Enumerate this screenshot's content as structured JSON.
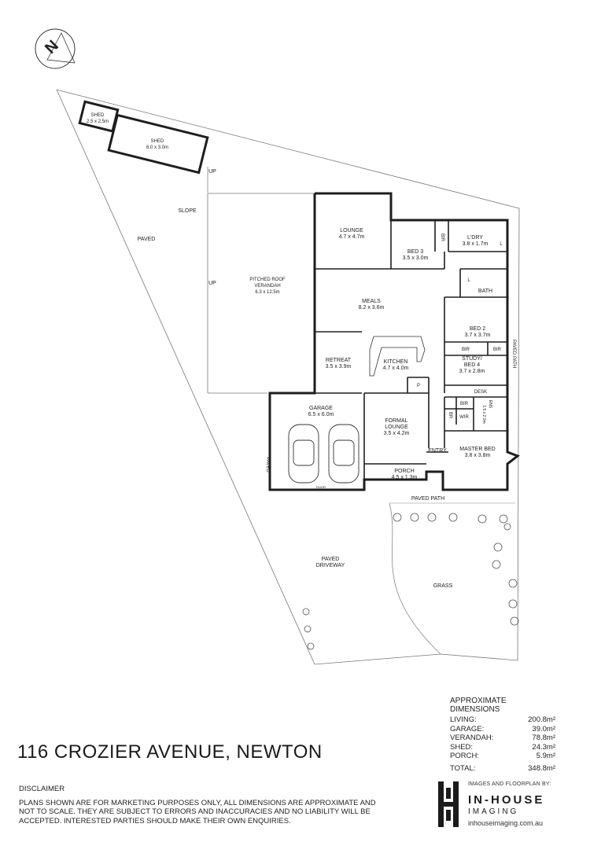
{
  "compass": {
    "letter": "N"
  },
  "plan": {
    "shed_small": {
      "name": "SHED",
      "dim": "2.5 x 2.5m"
    },
    "shed_large": {
      "name": "SHED",
      "dim": "6.0 x 3.0m"
    },
    "up_top": "UP",
    "up_mid": "UP",
    "slope": "SLOPE",
    "paved_left": "PAVED",
    "verandah": {
      "name1": "PITCHED ROOF",
      "name2": "VERANDAH",
      "dim": "6.3 x 12.5m"
    },
    "lounge": {
      "name": "LOUNGE",
      "dim": "4.7 x 4.7m"
    },
    "bed3": {
      "name": "BED 3",
      "dim": "3.5 x 3.0m"
    },
    "bir_bed3": "BIR",
    "ldry": {
      "name": "L'DRY",
      "dim": "3.8 x 1.7m"
    },
    "l_ldry": "L",
    "l_bath": "L",
    "bath": "BATH",
    "meals": {
      "name": "MEALS",
      "dim": "8.2 x 3.6m"
    },
    "bed2": {
      "name": "BED 2",
      "dim": "3.7 x 3.7m"
    },
    "bir_bed2_a": "BIR",
    "bir_bed2_b": "BIR",
    "paved_path_right": "PAVED PATH",
    "retreat": {
      "name": "RETREAT",
      "dim": "3.5 x 3.9m"
    },
    "kitchen": {
      "name": "KITCHEN",
      "dim": "4.7 x 4.0m"
    },
    "pantry": "P",
    "study": {
      "name1": "STUDY/",
      "name2": "BED 4",
      "dim": "3.7 x 2.8m"
    },
    "desk": "DESK",
    "garage": {
      "name": "GARAGE",
      "dim": "6.5 x 6.0m"
    },
    "formal_lounge": {
      "name1": "FORMAL",
      "name2": "LOUNGE",
      "dim": "3.5 x 4.2m"
    },
    "bir_master": "BIR",
    "wir": "WIR",
    "br_master": "BR",
    "ens": {
      "name": "ENS",
      "dim": "1.5 x 2.0m"
    },
    "entry": "ENTRY",
    "master_bed": {
      "name": "MASTER BED",
      "dim": "3.8 x 3.8m"
    },
    "paved_garage": "PAVED",
    "porch": {
      "name": "PORCH",
      "dim": "4.5 x 1.3m"
    },
    "paved_path_bottom": "PAVED PATH",
    "driveway": {
      "name1": "PAVED",
      "name2": "DRIVEWAY"
    },
    "grass": "GRASS",
    "garage_door": "DOOR"
  },
  "address": "116 CROZIER AVENUE, NEWTON",
  "dimensions": {
    "title": "APPROXIMATE DIMENSIONS",
    "rows": [
      {
        "label": "LIVING:",
        "value": "200.8m²"
      },
      {
        "label": "GARAGE:",
        "value": "39.0m²"
      },
      {
        "label": "VERANDAH:",
        "value": "78.8m²"
      },
      {
        "label": "SHED:",
        "value": "24.3m²"
      },
      {
        "label": "PORCH:",
        "value": "5.9m²"
      }
    ],
    "total": {
      "label": "TOTAL:",
      "value": "348.8m²"
    }
  },
  "disclaimer": {
    "title": "DISCLAIMER",
    "line1": "PLANS SHOWN ARE FOR MARKETING PURPOSES ONLY, ALL DIMENSIONS ARE APPROXIMATE AND",
    "line2": "NOT TO SCALE. THEY ARE SUBJECT TO ERRORS AND INACCURACIES AND NO LIABILITY WILL BE",
    "line3": "ACCEPTED. INTERESTED PARTIES SHOULD MAKE THEIR OWN ENQUIRIES."
  },
  "brand": {
    "credit": "IMAGES AND FLOORPLAN BY:",
    "name": "IN-HOUSE",
    "sub": "IMAGING",
    "url": "inhouseimaging.com.au"
  },
  "colors": {
    "wall": "#1e1e1e",
    "line": "#6a6a6a",
    "text": "#222222"
  }
}
